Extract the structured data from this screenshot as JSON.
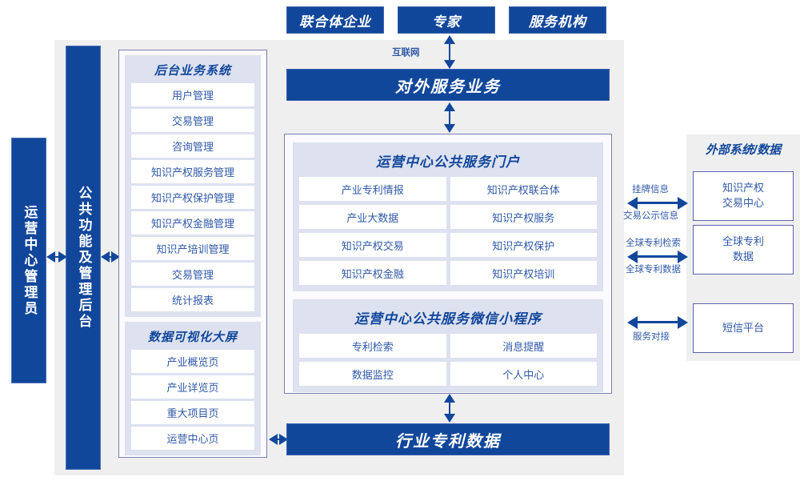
{
  "top_actors": [
    {
      "label": "联合体企业"
    },
    {
      "label": "专家"
    },
    {
      "label": "服务机构"
    }
  ],
  "internet_label": "互联网",
  "service_bar": {
    "label": "对外服务业务"
  },
  "bottom_bar": {
    "label": "行业专利数据"
  },
  "pillars": {
    "admin": "运营中心管理员",
    "core": "公共功能及管理后台"
  },
  "left_frame": {
    "groups": [
      {
        "title": "后台业务系统",
        "items": [
          "用户管理",
          "交易管理",
          "咨询管理",
          "知识产权服务管理",
          "知识产权保护管理",
          "知识产权金融管理",
          "知识产培训管理",
          "交易管理",
          "统计报表"
        ]
      },
      {
        "title": "数据可视化大屏",
        "items": [
          "产业概览页",
          "产业详览页",
          "重大项目页",
          "运营中心页"
        ]
      }
    ]
  },
  "center_frame": {
    "panels": [
      {
        "title": "运营中心公共服务门户",
        "items": [
          "产业专利情报",
          "知识产权联合体",
          "产业大数据",
          "知识产权服务",
          "知识产权交易",
          "知识产权保护",
          "知识产权金融",
          "知识产权培训"
        ]
      },
      {
        "title": "运营中心公共服务微信小程序",
        "items": [
          "专利检索",
          "消息提醒",
          "数据监控",
          "个人中心"
        ]
      }
    ]
  },
  "external": {
    "title": "外部系统/数据",
    "boxes": [
      {
        "line1": "知识产权",
        "line2": "交易中心"
      },
      {
        "line1": "全球专利",
        "line2": "数据"
      },
      {
        "line1": "短信平台",
        "line2": ""
      }
    ],
    "edges": [
      {
        "above": "挂牌信息",
        "below": "交易公示信息"
      },
      {
        "above": "全球专利检索",
        "below": "全球专利数据"
      },
      {
        "above": "",
        "below": "服务对接"
      }
    ]
  },
  "colors": {
    "brand_blue": "#11479b",
    "panel_lavender": "#dde1f0",
    "stage_grey": "#efefef",
    "text_blue": "#2f59a8",
    "frame_border": "#7b7fb0"
  }
}
